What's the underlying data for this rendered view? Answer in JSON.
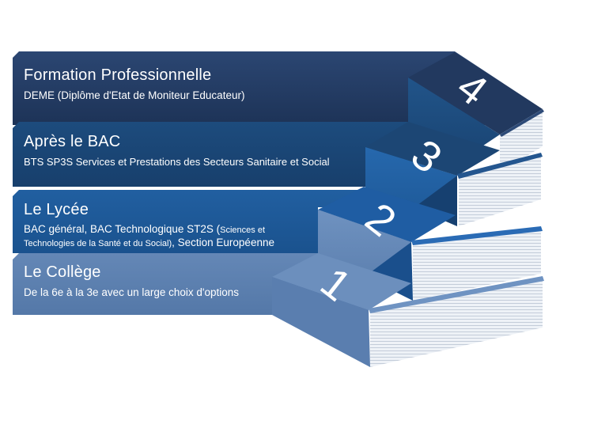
{
  "steps": [
    {
      "number": "4",
      "title": "Formation Professionnelle",
      "subtitle": "DEME (Diplôme d'Etat de Moniteur Educateur)",
      "color": "#243b63"
    },
    {
      "number": "3",
      "title": "Après le BAC",
      "subtitle": "BTS SP3S Services et Prestations des Secteurs Sanitaire et Social",
      "color": "#1b4a7d"
    },
    {
      "number": "2",
      "title": "Le Lycée",
      "subtitle_part1": "BAC général, BAC Technologique ST2S (",
      "subtitle_small1": "Sciences et",
      "subtitle_small2": "Technologies de la Santé et du Social)",
      "subtitle_part2": ", Section Européenne",
      "color": "#1f5c9e"
    },
    {
      "number": "1",
      "title": "Le Collège",
      "subtitle": "De la 6e à la 3e avec un large choix d'options",
      "color": "#6286b6"
    }
  ]
}
